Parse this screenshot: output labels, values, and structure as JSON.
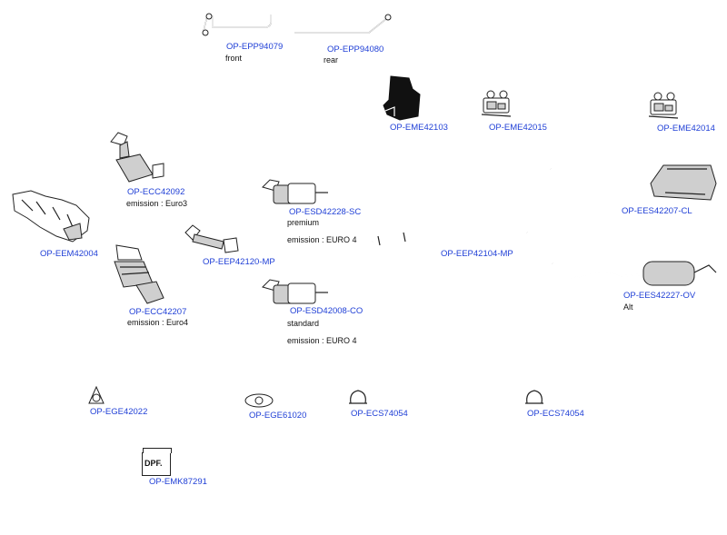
{
  "parts": [
    {
      "code": "OP-EPP94079",
      "notes": [
        "front"
      ]
    },
    {
      "code": "OP-EPP94080",
      "notes": [
        "rear"
      ]
    },
    {
      "code": "OP-EME42103",
      "notes": []
    },
    {
      "code": "OP-EME42015",
      "notes": []
    },
    {
      "code": "OP-EME42014",
      "notes": []
    },
    {
      "code": "OP-ECC42092",
      "notes": [
        "emission : Euro3"
      ]
    },
    {
      "code": "OP-ESD42228-SC",
      "notes": [
        "premium",
        "emission : EURO 4"
      ]
    },
    {
      "code": "OP-EES42207-CL",
      "notes": []
    },
    {
      "code": "OP-EEM42004",
      "notes": []
    },
    {
      "code": "OP-EEP42120-MP",
      "notes": []
    },
    {
      "code": "OP-EEP42104-MP",
      "notes": []
    },
    {
      "code": "OP-EES42227-OV",
      "notes": [
        "Alt"
      ]
    },
    {
      "code": "OP-ECC42207",
      "notes": [
        "emission : Euro4"
      ]
    },
    {
      "code": "OP-ESD42008-CO",
      "notes": [
        "standard",
        "emission : EURO 4"
      ]
    },
    {
      "code": "OP-EGE42022",
      "notes": []
    },
    {
      "code": "OP-EGE61020",
      "notes": []
    },
    {
      "code": "OP-ECS74054",
      "notes": []
    },
    {
      "code": "OP-ECS74054",
      "notes": []
    },
    {
      "code": "OP-EMK87291",
      "notes": []
    }
  ],
  "icons": {
    "dpf_kit_label": "DPF."
  },
  "colors": {
    "link": "#1f3fd6",
    "text": "#111111",
    "background": "#ffffff"
  }
}
